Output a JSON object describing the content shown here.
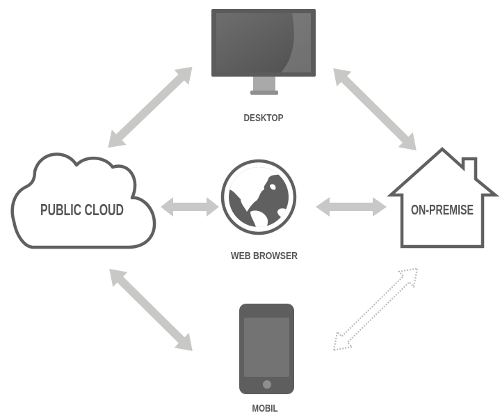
{
  "nodes": {
    "desktop": {
      "label": "DESKTOP",
      "icon": "desktop-monitor-icon"
    },
    "public_cloud": {
      "label": "PUBLIC CLOUD",
      "icon": "cloud-icon"
    },
    "web_browser": {
      "label": "WEB BROWSER",
      "icon": "globe-icon"
    },
    "on_premise": {
      "label": "ON-PREMISE",
      "icon": "house-icon"
    },
    "mobile": {
      "label": "MOBIL",
      "icon": "mobile-phone-icon"
    }
  },
  "connections": [
    {
      "from": "public_cloud",
      "to": "desktop",
      "style": "solid"
    },
    {
      "from": "desktop",
      "to": "on_premise",
      "style": "solid"
    },
    {
      "from": "public_cloud",
      "to": "web_browser",
      "style": "solid"
    },
    {
      "from": "web_browser",
      "to": "on_premise",
      "style": "solid"
    },
    {
      "from": "public_cloud",
      "to": "mobile",
      "style": "solid"
    },
    {
      "from": "mobile",
      "to": "on_premise",
      "style": "dotted"
    }
  ],
  "colors": {
    "icon_dark": "#5e5e5e",
    "icon_outline": "#606060",
    "label": "#555555",
    "arrow": "#c8c8c6",
    "dotted_arrow": "#bcbcbc",
    "background": "#ffffff"
  }
}
